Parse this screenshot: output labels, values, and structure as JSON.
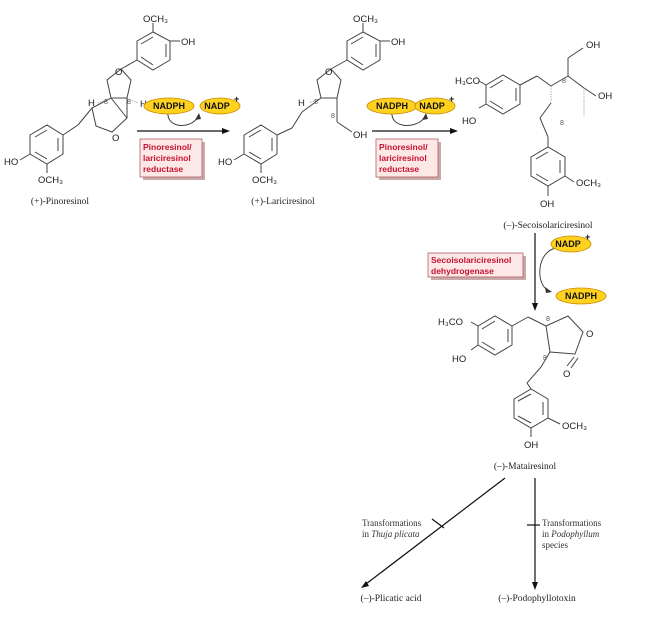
{
  "compounds": {
    "pinoresinol": "(+)-Pinoresinol",
    "lariciresinol": "(+)-Lariciresinol",
    "secoisolariciresinol": "(–)-Secoisolariciresinol",
    "matairesinol": "(–)-Matairesinol",
    "plicatic_acid": "(–)-Plicatic acid",
    "podophyllotoxin": "(–)-Podophyllotoxin"
  },
  "atoms": {
    "o": "O",
    "h": "H",
    "oh": "OH",
    "ho": "HO",
    "och3": "OCH₃",
    "h3co": "H₃CO",
    "stereo": "8"
  },
  "cofactors": {
    "nadph": "NADPH",
    "nadp": "NADP",
    "nadp_sup": "+"
  },
  "enzymes": {
    "step1": [
      "Pinoresinol/",
      "lariciresinol",
      "reductase"
    ],
    "step2": [
      "Pinoresinol/",
      "lariciresinol",
      "reductase"
    ],
    "step3": [
      "Secoisolariciresinol",
      "dehydrogenase"
    ]
  },
  "notes": {
    "thuja": [
      "Transformations",
      "in ",
      "Thuja plicata"
    ],
    "podophyllum": [
      "Transformations",
      "in ",
      "Podophyllum",
      "species"
    ]
  },
  "colors": {
    "cofactor_fill": "#ffd21f",
    "enzyme_text": "#c4122f",
    "enzyme_box": "#fde8e8"
  }
}
